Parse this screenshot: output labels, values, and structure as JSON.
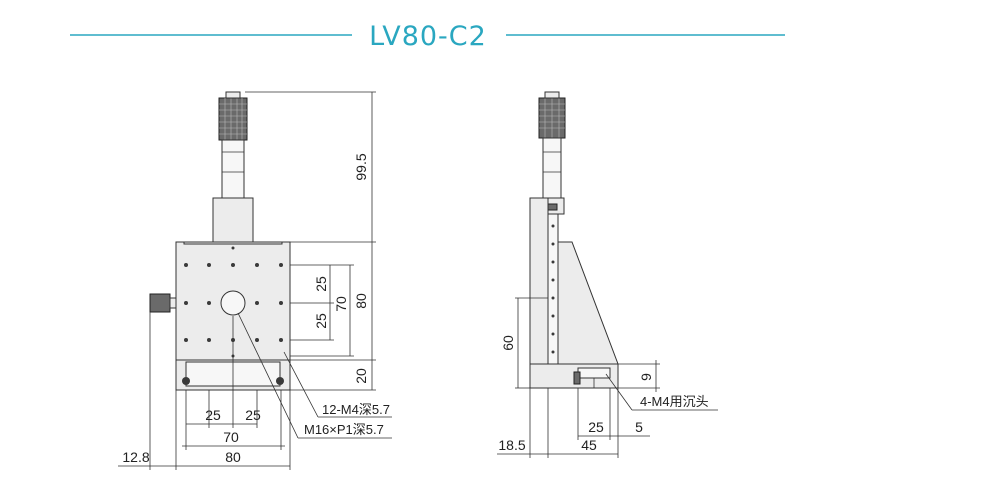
{
  "title": "LV80-C2",
  "colors": {
    "accent": "#2aa7c0",
    "line": "#333333"
  },
  "front_view": {
    "dims": {
      "height_top": "99.5",
      "height_right": "80",
      "height_inner": "70",
      "pitch_upper": "25",
      "pitch_lower": "25",
      "base_offset": "20",
      "width_pitch_left": "25",
      "width_pitch_right": "25",
      "width_inner": "70",
      "width_total": "80",
      "knob_offset": "12.8"
    },
    "notes": {
      "threaded_holes": "12-M4深5.7",
      "center_hole": "M16×P1深5.7"
    }
  },
  "side_view": {
    "dims": {
      "height_60": "60",
      "height_9": "9",
      "pitch_25": "25",
      "offset_5": "5",
      "width_45": "45",
      "width_18_5": "18.5"
    },
    "notes": {
      "counterbore": "4-M4用沉头"
    }
  }
}
